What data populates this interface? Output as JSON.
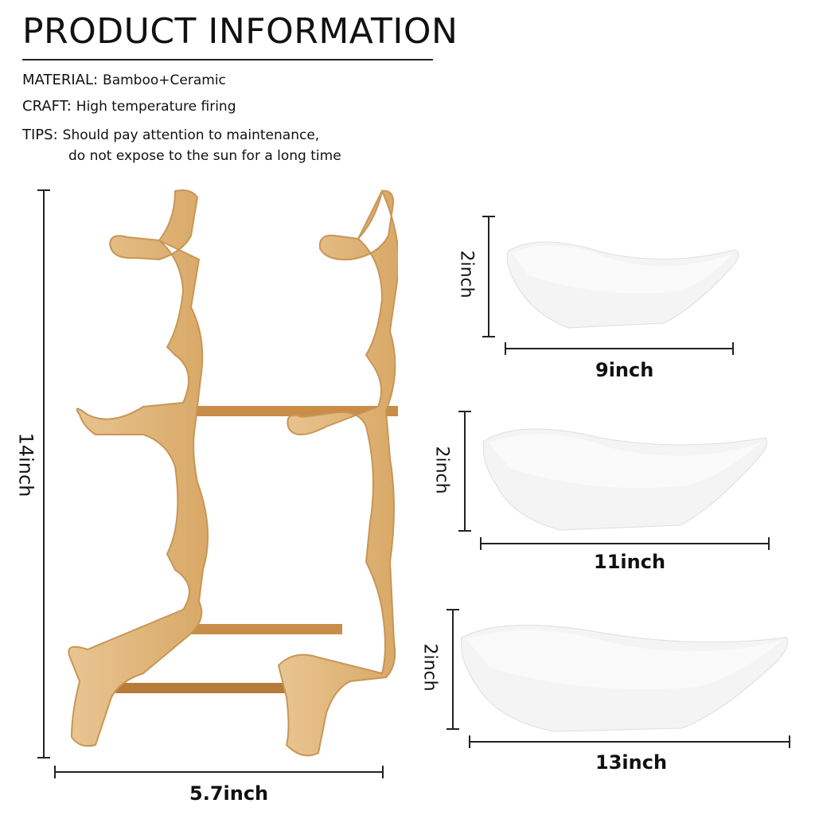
{
  "header": {
    "title": "PRODUCT INFORMATION"
  },
  "specs": {
    "material": {
      "label": "MATERIAL:",
      "value": "Bamboo+Ceramic"
    },
    "craft": {
      "label": "CRAFT:",
      "value": "High temperature firing"
    },
    "tips": {
      "label": "TIPS:",
      "line1": "Should pay attention to maintenance,",
      "line2": "do not expose to the sun for a long time"
    }
  },
  "stand": {
    "name": "bamboo-tiered-stand",
    "height_label": "14inch",
    "width_label": "5.7inch",
    "colors": {
      "wood": "#e2b97f",
      "wood_dark": "#c89656",
      "rod": "#c98d4a"
    }
  },
  "bowls": [
    {
      "name": "small-bowl",
      "height_label": "2inch",
      "width_label": "9inch"
    },
    {
      "name": "medium-bowl",
      "height_label": "2inch",
      "width_label": "11inch"
    },
    {
      "name": "large-bowl",
      "height_label": "2inch",
      "width_label": "13inch"
    }
  ]
}
